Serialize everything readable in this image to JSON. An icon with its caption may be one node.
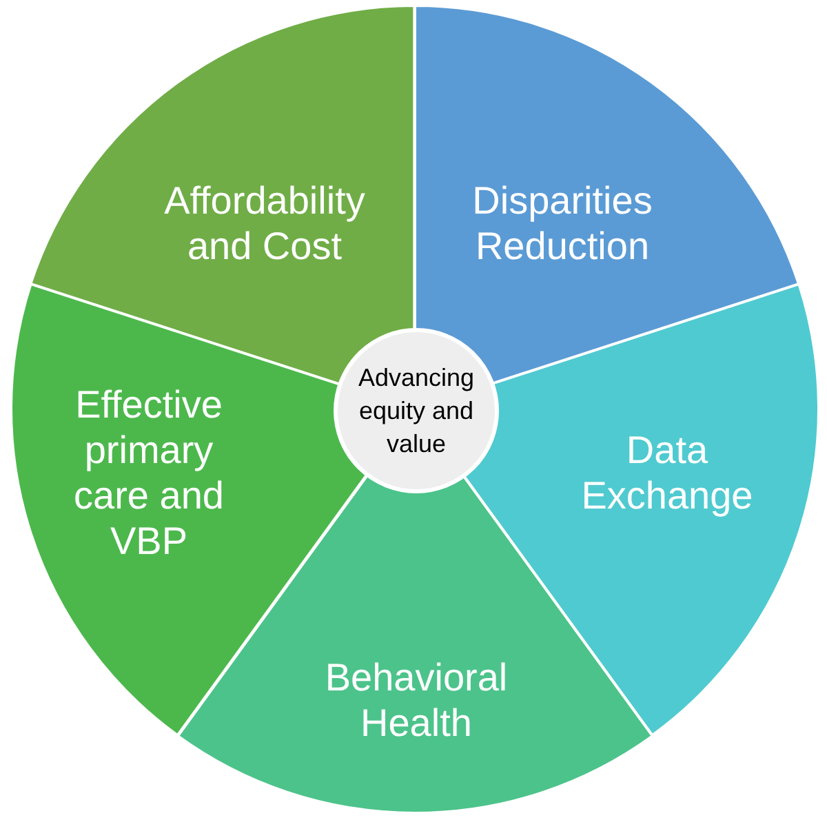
{
  "diagram": {
    "nodes": [
      {
        "text": [
          "Affordability and Cost"
        ]
      },
      {
        "text": [
          "Disparities Reduction"
        ]
      },
      {
        "text": [
          "Effective primary care and VBP"
        ]
      },
      {
        "text": [
          "Advancing equity and value"
        ]
      },
      {
        "text": [
          "Data Exchange"
        ]
      },
      {
        "text": [
          "Behavioral Health"
        ]
      }
    ]
  }
}
